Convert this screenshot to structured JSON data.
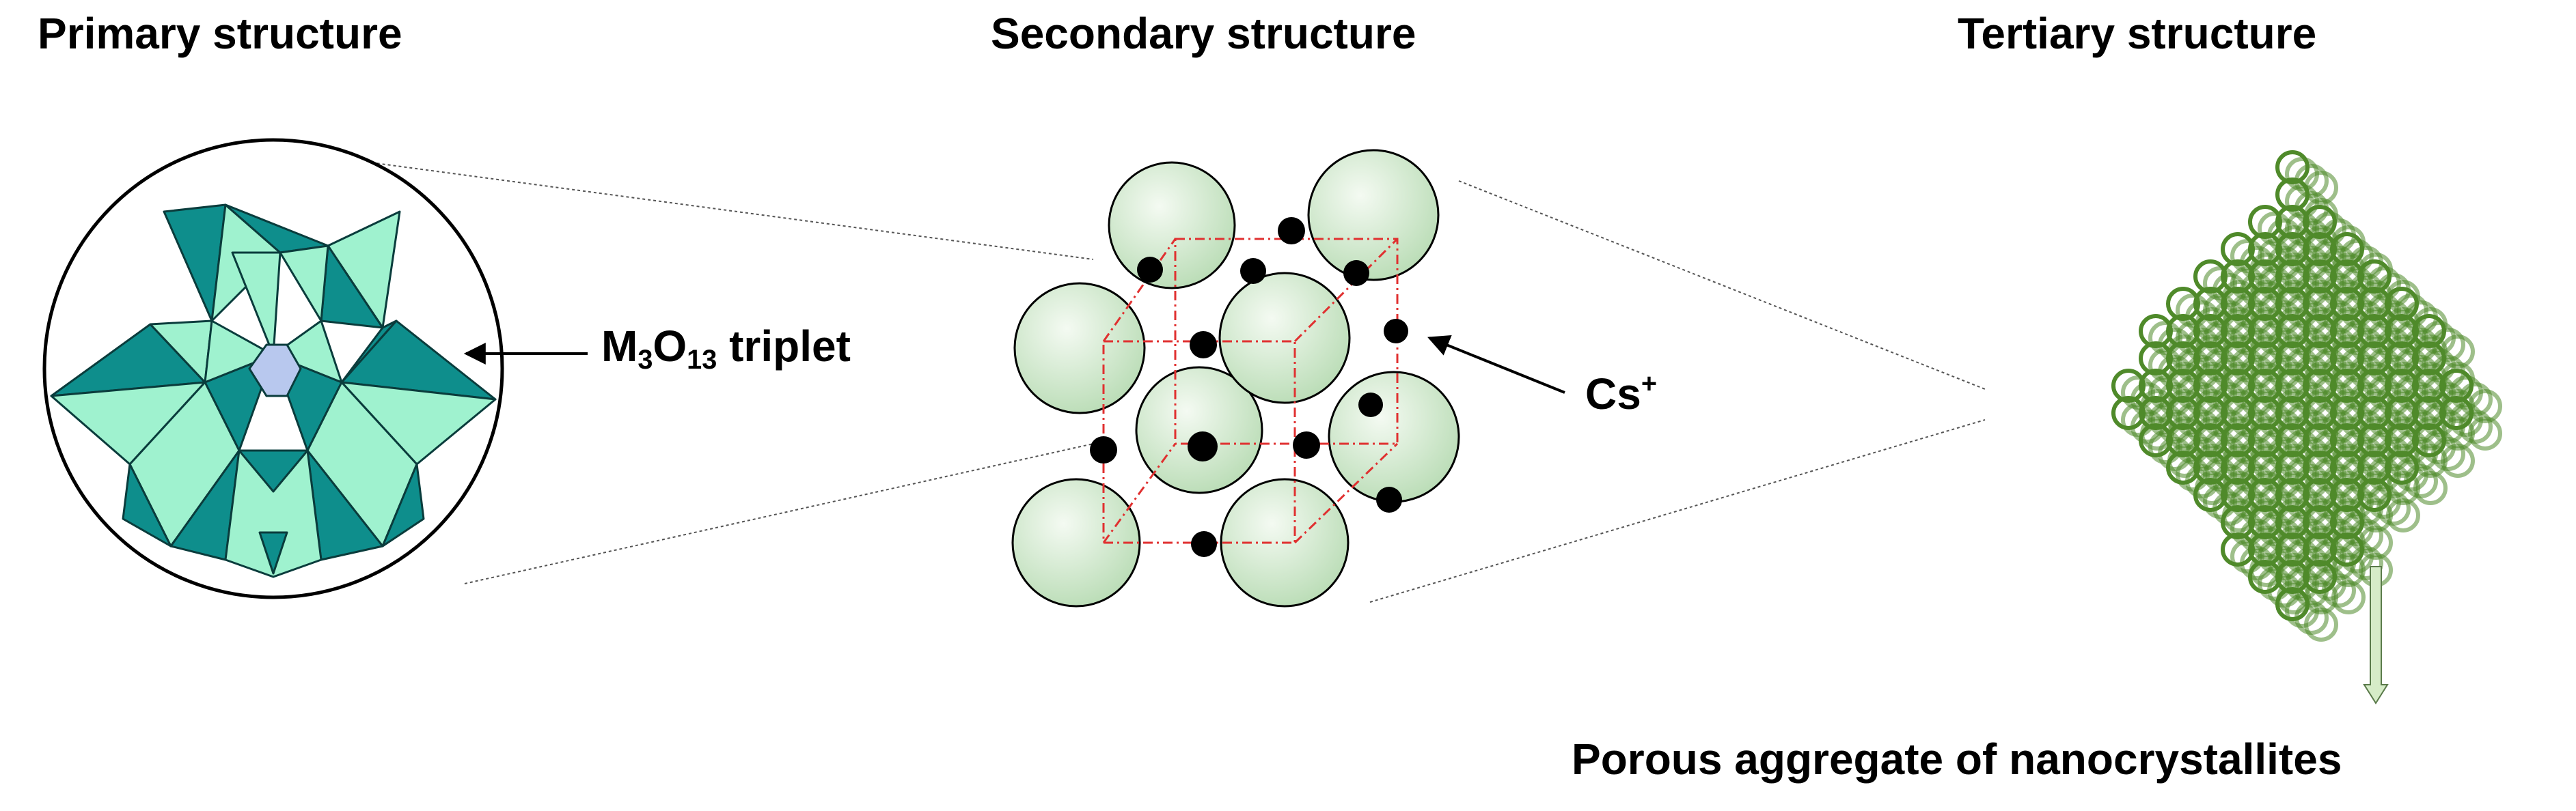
{
  "titles": {
    "primary": "Primary structure",
    "secondary": "Secondary structure",
    "tertiary": "Tertiary structure"
  },
  "labels": {
    "triplet_main": "M",
    "triplet_sub1": "3",
    "triplet_mid": "O",
    "triplet_sub2": "13",
    "triplet_tail": " triplet",
    "cs_main": "Cs",
    "cs_sup": "+",
    "porous": "Porous aggregate of nanocrystallites"
  },
  "colors": {
    "polyhedra_dark": "#0e8e8c",
    "polyhedra_light": "#9ff2cf",
    "center_hex": "#b8c8ee",
    "sphere_fill": "#d4ead2",
    "cell_line": "#e03030",
    "crystal_green": "#4f8a2a"
  }
}
